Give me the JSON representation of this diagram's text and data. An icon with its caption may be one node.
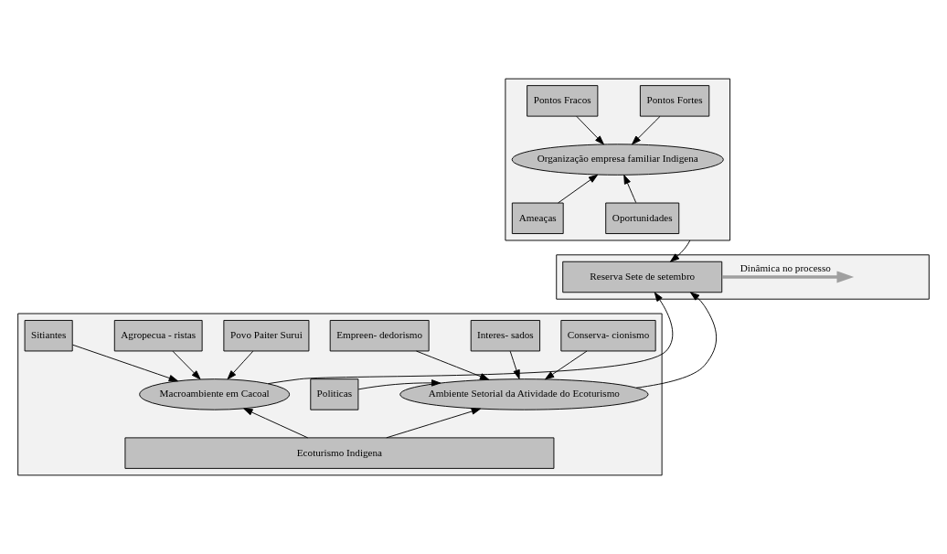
{
  "diagram": {
    "nodes": [
      {
        "text": [],
        "shape": "box"
      },
      {
        "text": [
          "Pontos Fracos"
        ],
        "in": 0
      },
      {
        "text": [
          "Pontos Fortes"
        ],
        "in": 0
      },
      {
        "text": [
          "Organização empresa familiar Indigena"
        ],
        "in": 0
      },
      {
        "text": [
          "Ameaças"
        ],
        "in": 0
      },
      {
        "text": [
          "Oportunidades"
        ],
        "in": 0
      },
      {
        "text": [],
        "shape": "box"
      },
      {
        "text": [
          "Reserva Sete de setembro"
        ],
        "in": 6
      },
      {
        "text": [],
        "shape": "box"
      },
      {
        "text": [
          "Povo Paiter Surui"
        ],
        "in": 8
      },
      {
        "text": [
          "Sitiantes"
        ],
        "in": 8
      },
      {
        "text": [
          "Agropecua - ristas"
        ],
        "in": 8
      },
      {
        "text": [
          "Conserva- cionismo"
        ],
        "in": 8
      },
      {
        "text": [
          "Empreen- dedorismo"
        ],
        "in": 8
      },
      {
        "text": [
          "Interes- sados"
        ],
        "in": 8
      },
      {
        "text": [
          "Macroambiente em Cacoal"
        ],
        "in": 8
      },
      {
        "text": [
          "Ambiente Setorial da Atividade do Ecoturismo"
        ],
        "in": 8
      },
      {
        "text": [
          "Politicas"
        ],
        "in": 8
      },
      {
        "text": [
          "Ecoturismo Indigena"
        ],
        "in": 8
      }
    ],
    "edges": [
      {
        "from": 1,
        "to": 3,
        "arrow": "to"
      },
      {
        "from": 2,
        "to": 3,
        "arrow": "to"
      },
      {
        "from": 4,
        "to": 3,
        "arrow": "to"
      },
      {
        "from": 5,
        "to": 3,
        "arrow": "to"
      },
      {
        "from": 0,
        "to": 7,
        "arrow": "to"
      },
      {
        "from": 15,
        "to": 7,
        "arrow": "to"
      },
      {
        "from": 16,
        "to": 7,
        "arrow": "to"
      },
      {
        "from": 7,
        "to": null,
        "arrow": "to",
        "style": "thick",
        "color": "#a0a0a0",
        "label": "Dinâmica no processo"
      },
      {
        "from": 9,
        "to": 15,
        "arrow": "to"
      },
      {
        "from": 10,
        "to": 15,
        "arrow": "to"
      },
      {
        "from": 11,
        "to": 15,
        "arrow": "to"
      },
      {
        "from": 12,
        "to": 16,
        "arrow": "to"
      },
      {
        "from": 13,
        "to": 16,
        "arrow": "to"
      },
      {
        "from": 14,
        "to": 16,
        "arrow": "to"
      },
      {
        "from": 17,
        "to": 16,
        "arrow": "to"
      },
      {
        "from": 18,
        "to": 15,
        "arrow": "to"
      },
      {
        "from": 18,
        "to": 16,
        "arrow": "to"
      }
    ]
  }
}
